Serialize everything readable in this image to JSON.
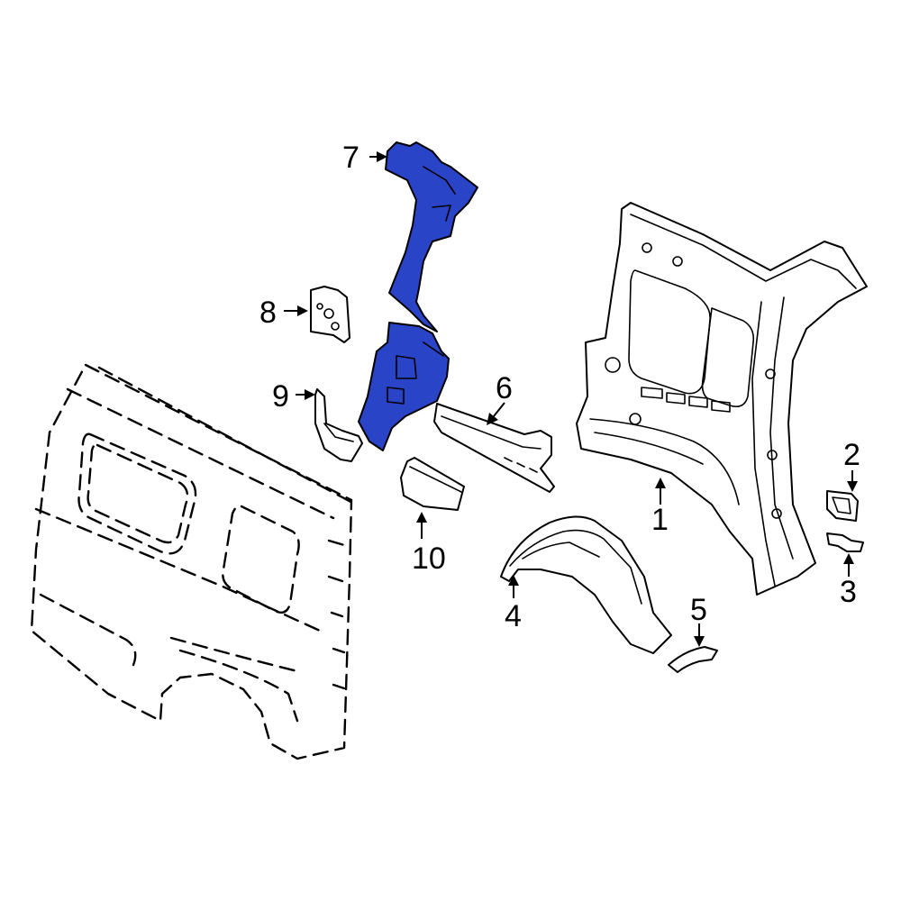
{
  "colors": {
    "highlight": "#2a44c8",
    "line": "#000000",
    "background": "#ffffff"
  },
  "callouts": {
    "c1": "1",
    "c2": "2",
    "c3": "3",
    "c4": "4",
    "c5": "5",
    "c6": "6",
    "c7": "7",
    "c8": "8",
    "c9": "9",
    "c10": "10"
  }
}
